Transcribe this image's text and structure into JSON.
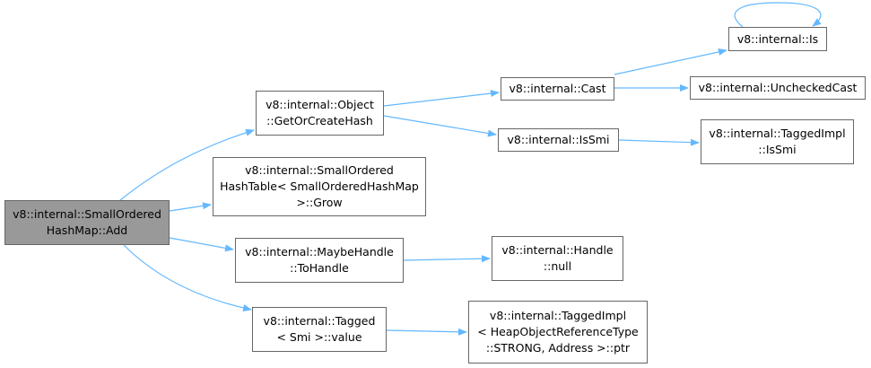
{
  "colors": {
    "edge": "#63b8ff",
    "border": "#666666",
    "root_fill": "#999999",
    "node_fill": "#ffffff"
  },
  "nodes": [
    {
      "id": "add",
      "lines": [
        "v8::internal::SmallOrdered",
        "HashMap::Add"
      ],
      "root": true
    },
    {
      "id": "getorcreatehash",
      "lines": [
        "v8::internal::Object",
        "::GetOrCreateHash"
      ]
    },
    {
      "id": "grow",
      "lines": [
        "v8::internal::SmallOrdered",
        "HashTable< SmallOrderedHashMap",
        ">::Grow"
      ]
    },
    {
      "id": "tohandle",
      "lines": [
        "v8::internal::MaybeHandle",
        "::ToHandle"
      ]
    },
    {
      "id": "taggedvalue",
      "lines": [
        "v8::internal::Tagged",
        "< Smi >::value"
      ]
    },
    {
      "id": "cast",
      "lines": [
        "v8::internal::Cast"
      ]
    },
    {
      "id": "issmi",
      "lines": [
        "v8::internal::IsSmi"
      ]
    },
    {
      "id": "is",
      "lines": [
        "v8::internal::Is"
      ]
    },
    {
      "id": "uncheckedcast",
      "lines": [
        "v8::internal::UncheckedCast"
      ]
    },
    {
      "id": "taggedimpl_issmi",
      "lines": [
        "v8::internal::TaggedImpl",
        "::IsSmi"
      ]
    },
    {
      "id": "handle_null",
      "lines": [
        "v8::internal::Handle",
        "::null"
      ]
    },
    {
      "id": "taggedimpl_ptr",
      "lines": [
        "v8::internal::TaggedImpl",
        "< HeapObjectReferenceType",
        "::STRONG, Address >::ptr"
      ]
    }
  ],
  "edges": [
    {
      "from": "add",
      "to": "getorcreatehash"
    },
    {
      "from": "add",
      "to": "grow"
    },
    {
      "from": "add",
      "to": "tohandle"
    },
    {
      "from": "add",
      "to": "taggedvalue"
    },
    {
      "from": "getorcreatehash",
      "to": "cast"
    },
    {
      "from": "getorcreatehash",
      "to": "issmi"
    },
    {
      "from": "cast",
      "to": "is"
    },
    {
      "from": "cast",
      "to": "uncheckedcast"
    },
    {
      "from": "is",
      "to": "is"
    },
    {
      "from": "issmi",
      "to": "taggedimpl_issmi"
    },
    {
      "from": "tohandle",
      "to": "handle_null"
    },
    {
      "from": "taggedvalue",
      "to": "taggedimpl_ptr"
    }
  ]
}
